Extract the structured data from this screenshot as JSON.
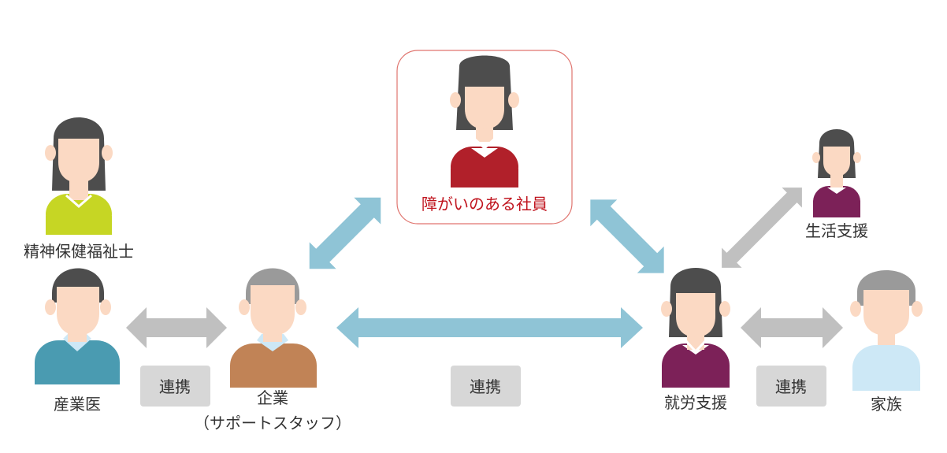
{
  "people": {
    "employee": {
      "label": "障がいのある社員"
    },
    "psw": {
      "label": "精神保健福祉士"
    },
    "doctor": {
      "label": "産業医"
    },
    "company": {
      "label": "企業",
      "sublabel": "（サポートスタッフ）"
    },
    "jobsupport": {
      "label": "就労支援"
    },
    "lifesupport": {
      "label": "生活支援"
    },
    "family": {
      "label": "家族"
    }
  },
  "badges": {
    "left": "連携",
    "center": "連携",
    "right": "連携"
  },
  "colors": {
    "red_border": "#e0756f",
    "red_text": "#c0141e",
    "blue_arrow": "#8fc4d6",
    "gray_arrow": "#c0c0c0",
    "badge_bg": "#d7d7d7",
    "skin": "#fbd9c3",
    "hair_dark": "#4d4d4d",
    "hair_gray": "#9a9a9a",
    "shirt_red": "#b1202a",
    "shirt_lime": "#c6d624",
    "shirt_teal": "#4a9bb1",
    "shirt_brown": "#c18356",
    "shirt_purple": "#7c2158",
    "shirt_lightblue": "#cde8f6"
  }
}
